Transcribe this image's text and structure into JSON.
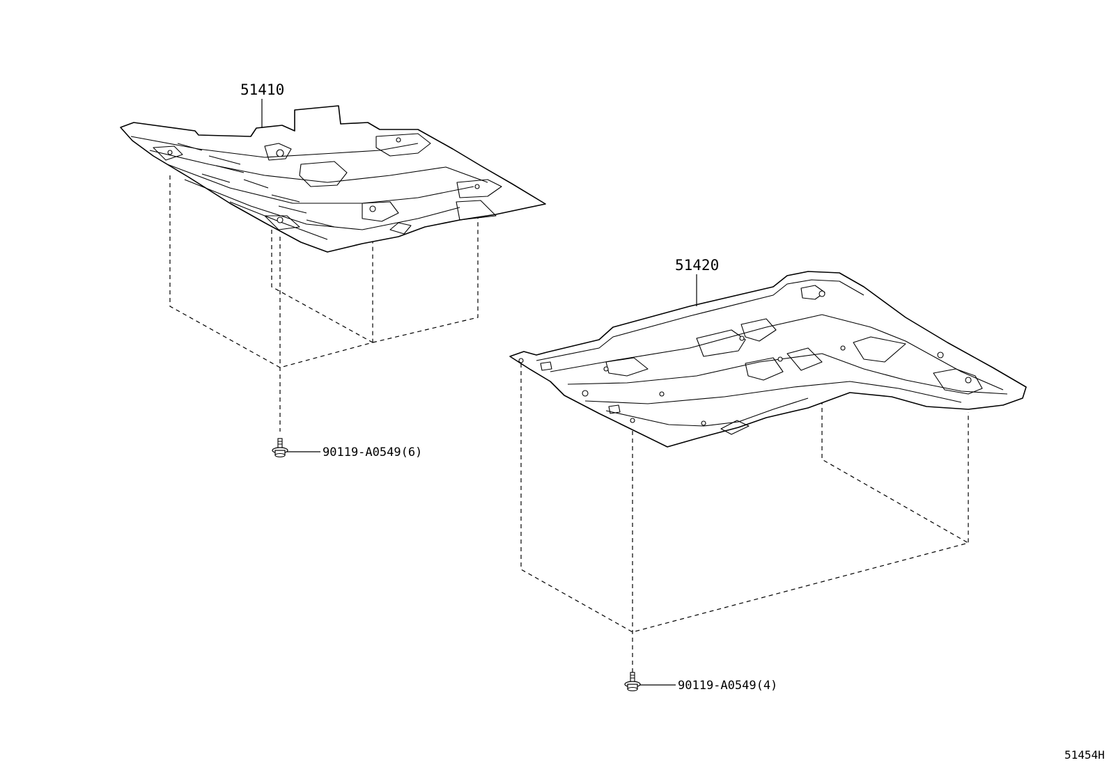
{
  "parts": {
    "upper_cover": {
      "number": "51410"
    },
    "lower_cover": {
      "number": "51420"
    }
  },
  "bolts": [
    {
      "label": "90119-A0549(6)"
    },
    {
      "label": "90119-A0549(4)"
    }
  ],
  "diagram_code": "51454H"
}
